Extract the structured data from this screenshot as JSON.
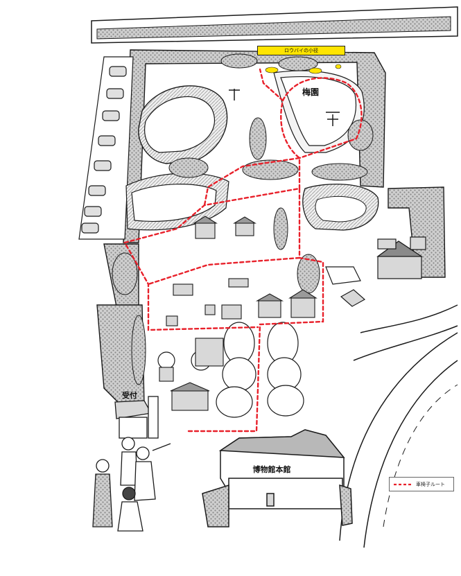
{
  "labels": {
    "plum_garden": "梅園",
    "wintersweet_path": "ロウバイの小径",
    "reception": "受付",
    "museum_main": "博物館本館"
  },
  "legend": {
    "wheelchair_route": "車椅子ルート"
  },
  "colors": {
    "route": "#e8202a",
    "highlight": "#ffe400",
    "outline": "#1a1a1a",
    "foliage": "#d4d4d4",
    "ground": "#ffffff"
  }
}
